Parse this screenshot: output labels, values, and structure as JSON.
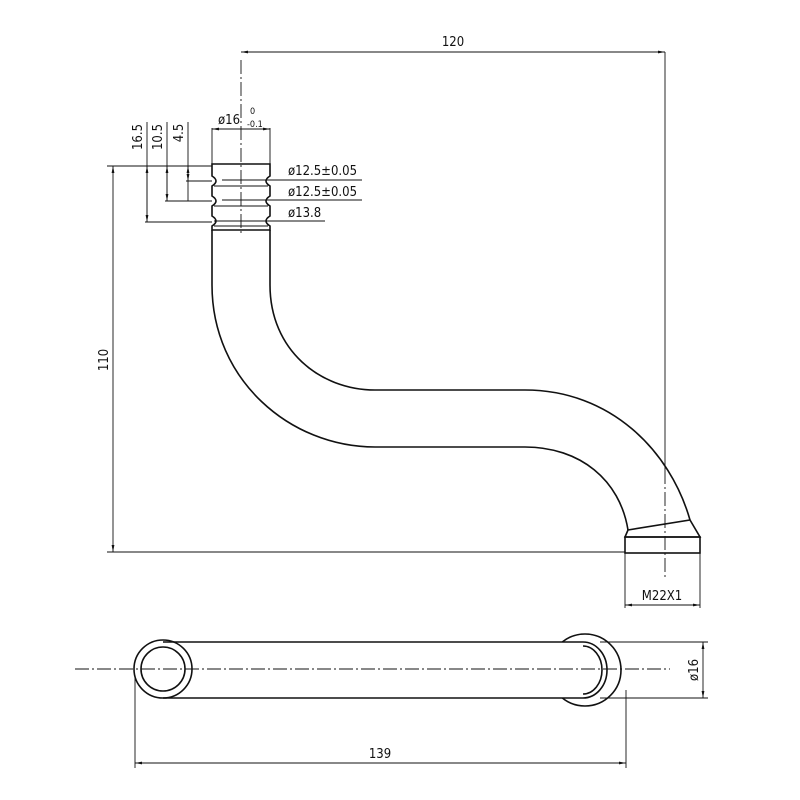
{
  "drawing": {
    "dim_length_top": "120",
    "dim_height": "110",
    "dim_16_5": "16.5",
    "dim_10_5": "10.5",
    "dim_4_5": "4.5",
    "dim_dia16_main": "ø16",
    "dim_dia16_tol_upper": "0",
    "dim_dia16_tol_lower": "-0.1",
    "dim_groove1": "ø12.5±0.05",
    "dim_groove2": "ø12.5±0.05",
    "dim_dia13_8": "ø13.8",
    "dim_thread": "M22X1",
    "dim_dia16_side": "ø16",
    "dim_length_bottom": "139"
  }
}
